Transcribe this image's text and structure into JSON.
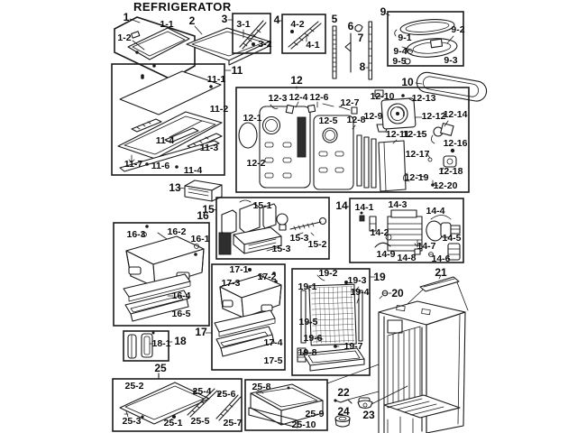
{
  "title": "REFRIGERATOR",
  "colors": {
    "ink": "#1a1a1a",
    "background": "#ffffff"
  },
  "callouts": {
    "p1": "1",
    "p1_1": "1-1",
    "p1_2": "1-2",
    "p2": "2",
    "p3": "3",
    "p3_1": "3-1",
    "p3_2": "3-2",
    "p4": "4",
    "p4_1": "4-1",
    "p4_2": "4-2",
    "p5": "5",
    "p6": "6",
    "p7": "7",
    "p8": "8",
    "p9": "9",
    "p9_1": "9-1",
    "p9_2": "9-2",
    "p9_3": "9-3",
    "p9_4": "9-4",
    "p9_5": "9-5",
    "p10": "10",
    "p11": "11",
    "p11_1": "11-1",
    "p11_2": "11-2",
    "p11_3": "11-3",
    "p11_4": "11-4",
    "p11_6": "11-6",
    "p11_7": "11-7",
    "p12": "12",
    "p12_1": "12-1",
    "p12_2": "12-2",
    "p12_3": "12-3",
    "p12_4": "12-4",
    "p12_5": "12-5",
    "p12_6": "12-6",
    "p12_7": "12-7",
    "p12_8": "12-8",
    "p12_9": "12-9",
    "p12_10": "12-10",
    "p12_11": "12-11",
    "p12_12": "12-12",
    "p12_13": "12-13",
    "p12_14": "12-14",
    "p12_15": "12-15",
    "p12_16": "12-16",
    "p12_17": "12-17",
    "p12_18": "12-18",
    "p12_19": "12-19",
    "p12_20": "12-20",
    "p13": "13",
    "p14": "14",
    "p14_1": "14-1",
    "p14_2": "14-2",
    "p14_3": "14-3",
    "p14_4": "14-4",
    "p14_5": "14-5",
    "p14_6": "14-6",
    "p14_7": "14-7",
    "p14_8": "14-8",
    "p14_9": "14-9",
    "p15": "15",
    "p15_1": "15-1",
    "p15_2": "15-2",
    "p15_3": "15-3",
    "p16": "16",
    "p16_1": "16-1",
    "p16_2": "16-2",
    "p16_3": "16-3",
    "p16_4": "16-4",
    "p16_5": "16-5",
    "p17": "17",
    "p17_1": "17-1",
    "p17_2": "17-2",
    "p17_3": "17-3",
    "p17_4": "17-4",
    "p17_5": "17-5",
    "p18": "18",
    "p18_1": "18-1",
    "p19": "19",
    "p19_1": "19-1",
    "p19_2": "19-2",
    "p19_3": "19-3",
    "p19_4": "19-4",
    "p19_5": "19-5",
    "p19_6": "19-6",
    "p19_7": "19-7",
    "p19_8": "19-8",
    "p20": "20",
    "p21": "21",
    "p22": "22",
    "p23": "23",
    "p24": "24",
    "p25": "25",
    "p25_1": "25-1",
    "p25_2": "25-2",
    "p25_3": "25-3",
    "p25_4": "25-4",
    "p25_5": "25-5",
    "p25_6": "25-6",
    "p25_7": "25-7",
    "p25_8": "25-8",
    "p25_9": "25-9",
    "p25_10": "25-10"
  }
}
